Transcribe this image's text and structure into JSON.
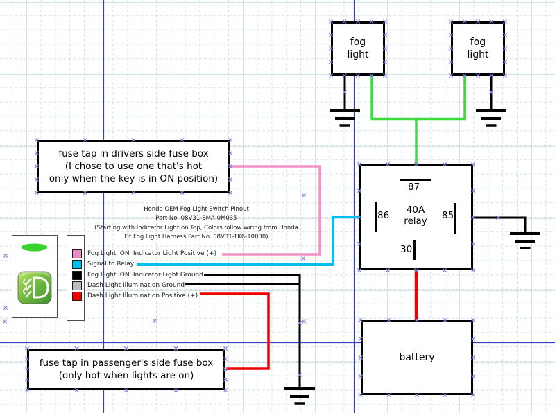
{
  "nodes": {
    "fog_light_left": {
      "line1": "fog",
      "line2": "light"
    },
    "fog_light_right": {
      "line1": "fog",
      "line2": "light"
    },
    "relay": {
      "rating": "40A",
      "label": "relay",
      "pin_top": "87",
      "pin_left": "86",
      "pin_right": "85",
      "pin_bottom": "30"
    },
    "battery": {
      "label": "battery"
    }
  },
  "notes": {
    "driver_fuse_tap": {
      "line1": "fuse tap in drivers side fuse box",
      "line2": "(I chose to use one that's hot",
      "line3": "only when the key is in ON position)"
    },
    "passenger_fuse_tap": {
      "line1": "fuse tap in passenger's side fuse box",
      "line2": "(only hot when lights are on)"
    },
    "switch_pinout": {
      "line1": "Honda OEM Fog Light Switch Pinout",
      "line2": "Part No. 08V31-SMA-0M035",
      "line3": "(Starting with Indicator Light on Top, Colors follow wiring from Honda",
      "line4": "Fit Fog Light Harness Part No. 08V31-TK6-10030)"
    }
  },
  "legend": {
    "items": [
      {
        "color": "#ef87c5",
        "label": "Fog Light 'ON' Indicator Light Positive (+)"
      },
      {
        "color": "#00bfef",
        "label": "Signal to Relay"
      },
      {
        "color": "#000000",
        "label": "Fog Light 'ON' Indicator Light Ground"
      },
      {
        "color": "#bcbcbc",
        "label": "Dash Light Illumination Ground"
      },
      {
        "color": "#ee0000",
        "label": "Dash Light Illumination Positive (+)"
      }
    ]
  },
  "wire_colors": {
    "green": "#41d941",
    "pink": "#f78fc9",
    "cyan": "#00bfef",
    "black": "#000000",
    "red": "#ee0000"
  },
  "guide_color": "#3a3ac8",
  "marker_color": "#8080dd",
  "indicator_color": "#38d22e"
}
